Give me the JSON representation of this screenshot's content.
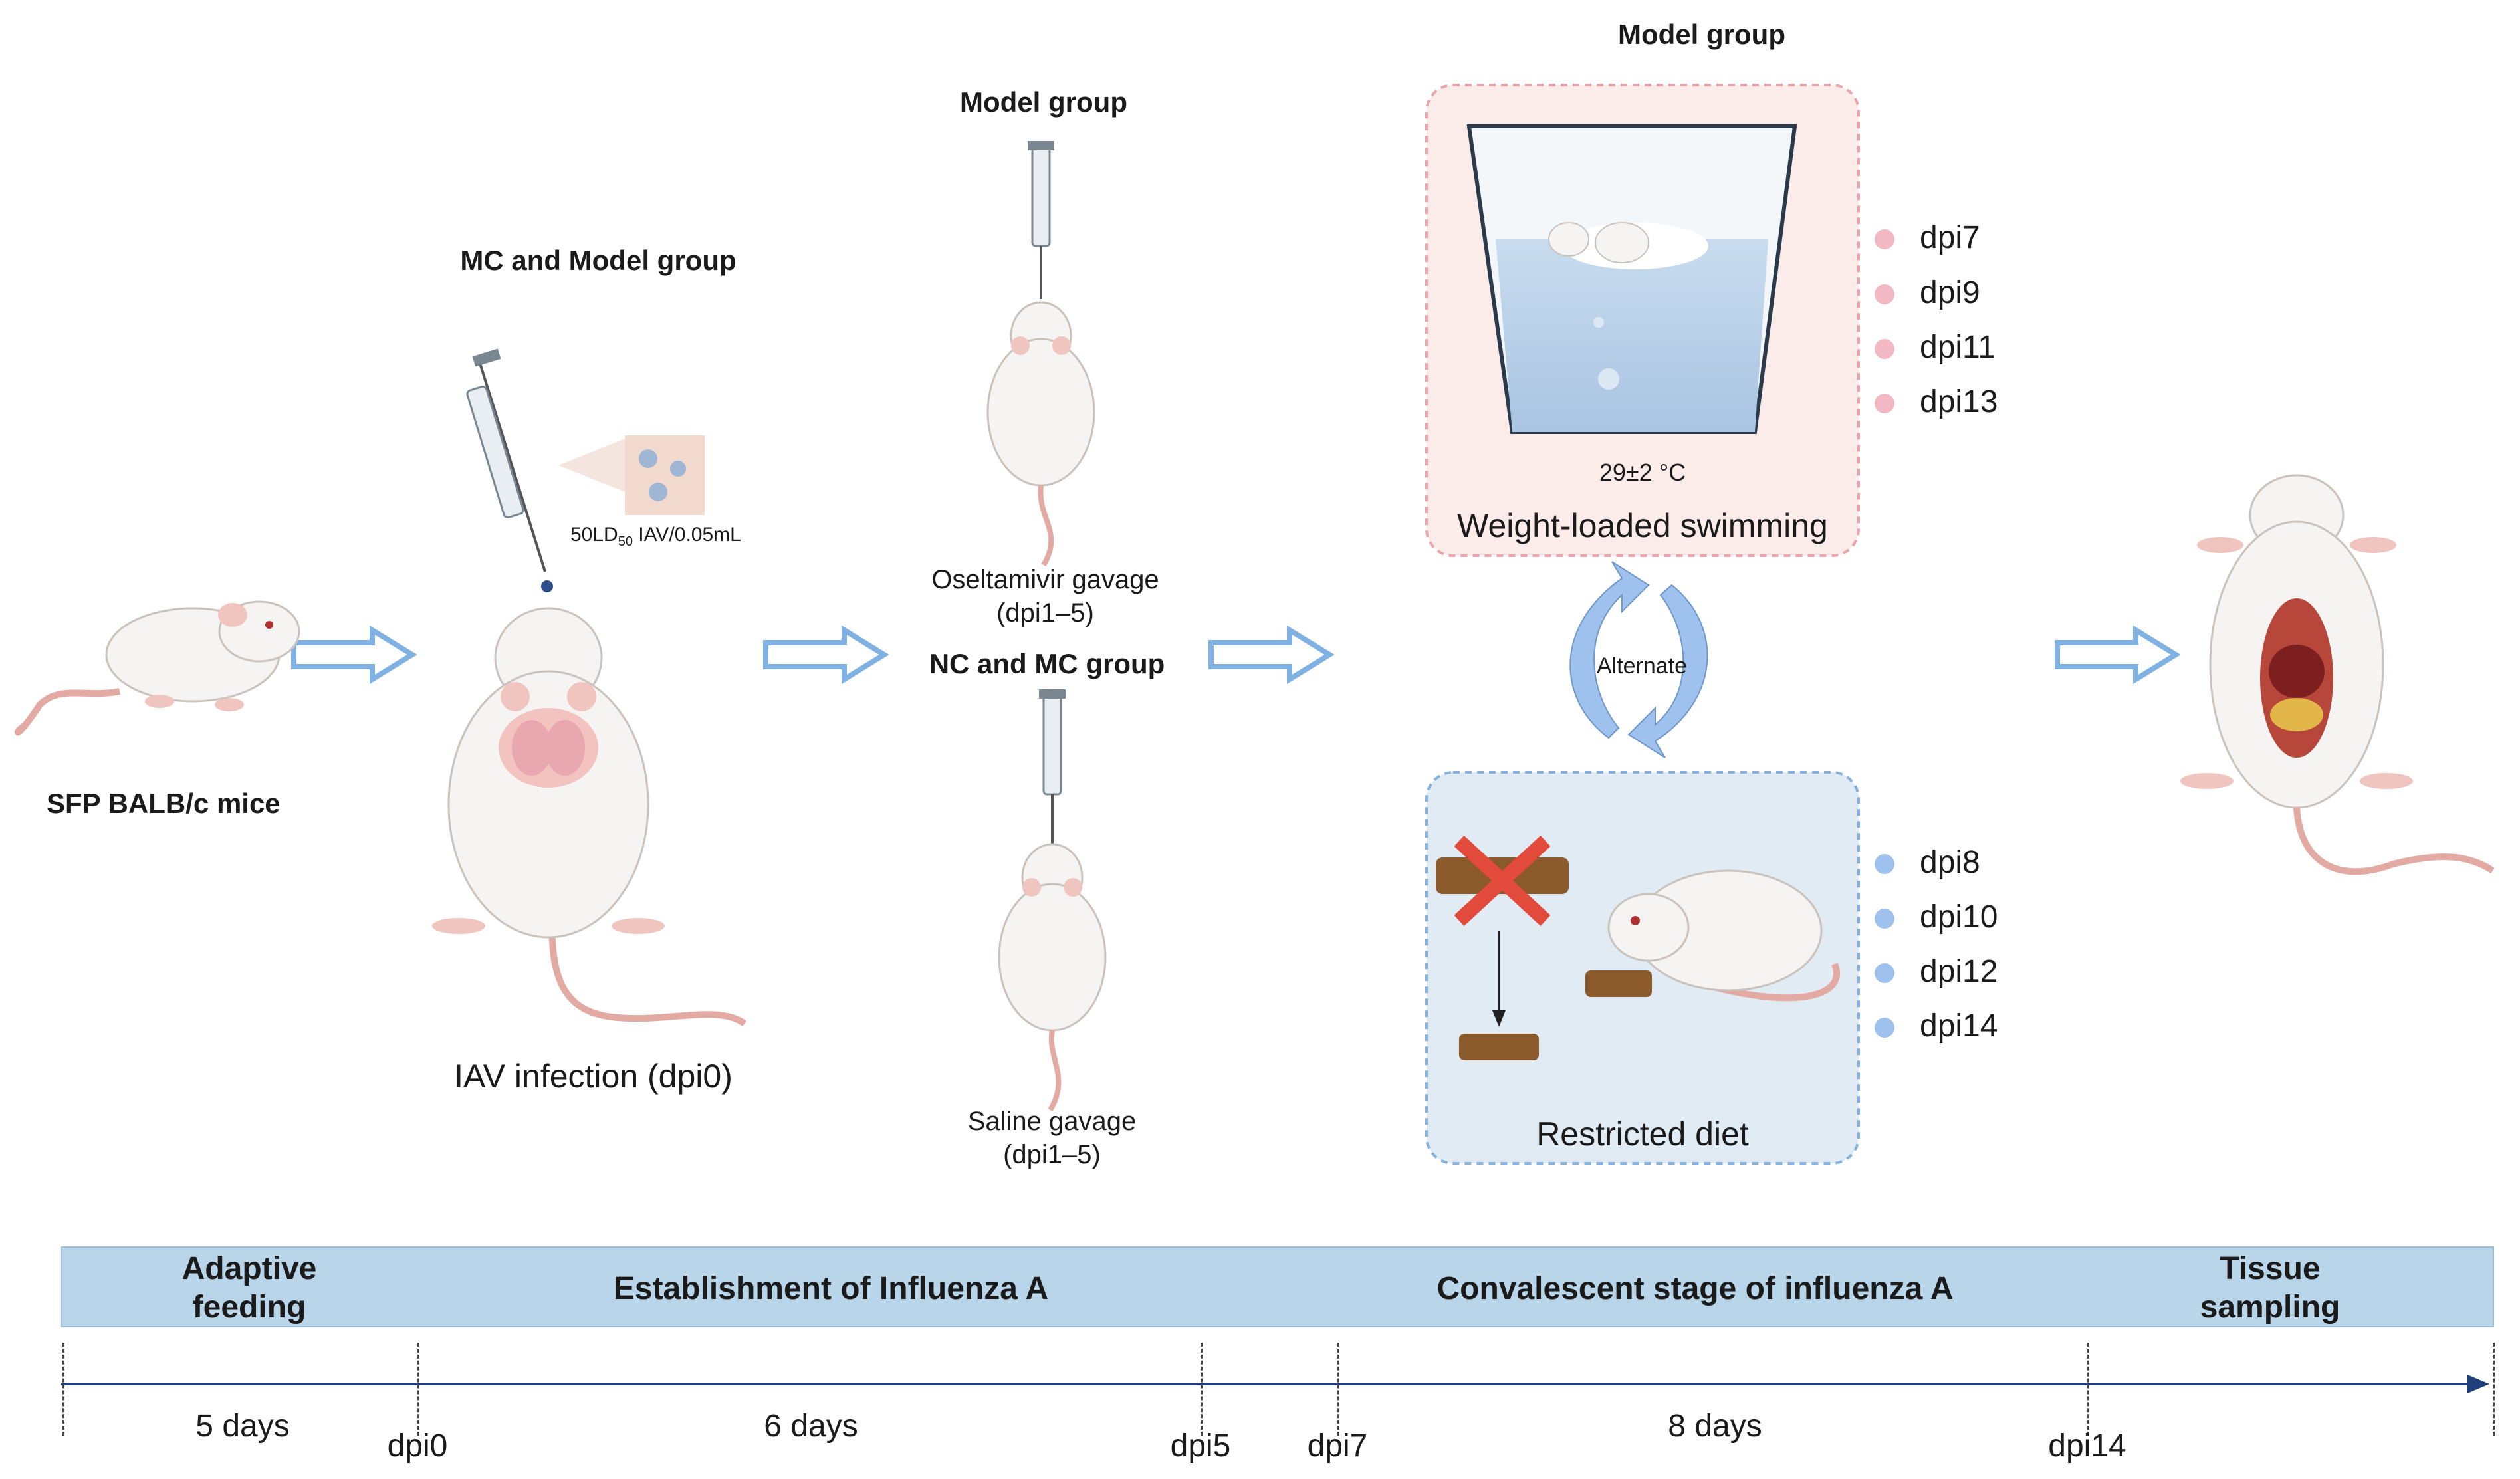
{
  "subjects": {
    "mice_label": "SFP BALB/c mice"
  },
  "stage1": {
    "header": "MC and Model group",
    "dose_prefix": "50LD",
    "dose_sub": "50",
    "dose_suffix": " IAV/0.05mL",
    "caption": "IAV infection (dpi0)"
  },
  "stage2_top": {
    "header": "Model group",
    "caption_line1": "Oseltamivir gavage",
    "caption_line2": "(dpi1–5)"
  },
  "stage2_bottom": {
    "header": "NC and MC group",
    "caption_line1": "Saline gavage",
    "caption_line2": "(dpi1–5)"
  },
  "stage3": {
    "header": "Model group",
    "temperature": "29±2 °C",
    "swim_caption": "Weight-loaded swimming",
    "alternate_label": "Alternate",
    "diet_caption": "Restricted diet",
    "swim_days": [
      "dpi7",
      "dpi9",
      "dpi11",
      "dpi13"
    ],
    "diet_days": [
      "dpi8",
      "dpi10",
      "dpi12",
      "dpi14"
    ]
  },
  "timeline": {
    "stages": [
      {
        "line1": "Adaptive",
        "line2": "feeding"
      },
      {
        "line1": "Establishment of Influenza A",
        "line2": ""
      },
      {
        "line1": "Convalescent stage of influenza A",
        "line2": ""
      },
      {
        "line1": "Tissue",
        "line2": "sampling"
      }
    ],
    "durations": [
      "5 days",
      "6 days",
      "8 days"
    ],
    "markers": [
      "dpi0",
      "dpi5",
      "dpi7",
      "dpi14"
    ]
  },
  "colors": {
    "panel_green": "#e4f0e7",
    "swim_box": "#fbecea",
    "diet_box": "#e0ebf4",
    "pink_dot": "#f2b8c4",
    "blue_dot": "#9ec1ee",
    "arrow_blue": "#7fb1e3",
    "timeline_band": "#b9d5ea",
    "axis_navy": "#1f3f7a"
  }
}
